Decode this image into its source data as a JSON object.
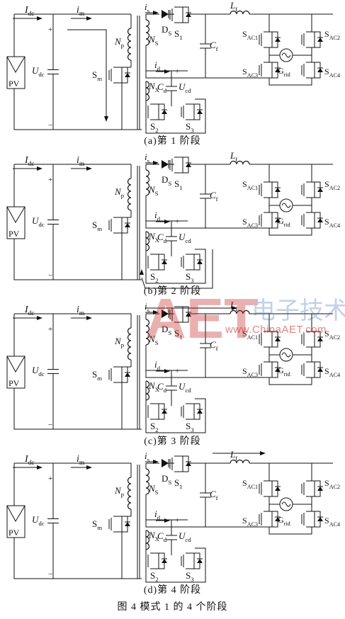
{
  "panels": [
    {
      "caption": "(a)第 1 阶段"
    },
    {
      "caption": "(b)第 2 阶段"
    },
    {
      "caption": "(c)第 3 阶段"
    },
    {
      "caption": "(d)第 4 阶段"
    }
  ],
  "labels": {
    "Idc": "I",
    "Idc_sub": "dc",
    "im": "i",
    "im_sub": "m",
    "is": "i",
    "is_sub": "s",
    "id": "i",
    "id_sub": "d",
    "Udc": "U",
    "Udc_sub": "dc",
    "pv": "PV",
    "Np": "N",
    "Np_sub": "p",
    "Ns": "N",
    "Ns_sub": "S",
    "Nx": "N",
    "Nx_sub": "X",
    "Ds": "D",
    "Ds_sub": "S",
    "S1": "S",
    "S1_sub": "1",
    "S2": "S",
    "S2_sub": "2",
    "S3": "S",
    "S3_sub": "3",
    "Sm": "S",
    "Sm_sub": "m",
    "Cf": "C",
    "Cf_sub": "f",
    "Cd": "C",
    "Cd_sub": "d",
    "Ucd": "U",
    "Ucd_sub": "cd",
    "Lf": "L",
    "Lf_sub": "f",
    "SAC1": "S",
    "SAC1_sub": "AC1",
    "SAC2": "S",
    "SAC2_sub": "AC2",
    "SAC3": "S",
    "SAC3_sub": "AC3",
    "SAC4": "S",
    "SAC4_sub": "AC4",
    "Grid": "G",
    "Grid_sub": "rid",
    "plus": "+",
    "minus": "−"
  },
  "figure_caption": "图 4  模式 1 的 4 个阶段",
  "watermark": {
    "url": "www.ChinaAET.com",
    "logo": "AET 电子技术应用",
    "color": "#c52020"
  }
}
